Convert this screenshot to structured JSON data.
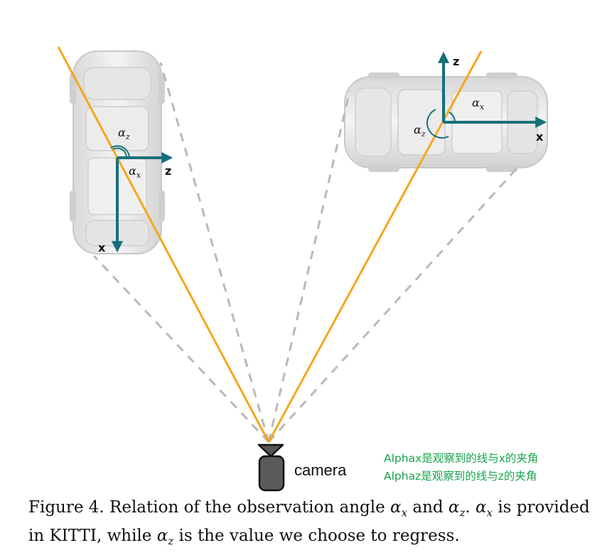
{
  "figure": {
    "left_car": {
      "axis_x_label": "x",
      "axis_z_label": "z",
      "angle_z_label": "α",
      "angle_z_sub": "z",
      "angle_x_label": "α",
      "angle_x_sub": "x"
    },
    "right_car": {
      "axis_x_label": "x",
      "axis_z_label": "z",
      "angle_z_label": "α",
      "angle_z_sub": "z",
      "angle_x_label": "α",
      "angle_x_sub": "x"
    },
    "camera_label": "camera",
    "colors": {
      "ray": "#f5a623",
      "axis": "#15707a",
      "dashed": "#b9b9b9",
      "camera": "#555555",
      "note": "#17a24a"
    }
  },
  "notes": [
    "Alphax是观察到的线与x的夹角",
    "Alphaz是观察到的线与z的夹角"
  ],
  "caption": {
    "t1": "Figure 4. Relation of the observation angle ",
    "a1": "α",
    "s1": "x",
    "t2": " and ",
    "a2": "α",
    "s2": "z",
    "t3": ". ",
    "a3": "α",
    "s3": "x",
    "t4": " is provided in KITTI, while ",
    "a4": "α",
    "s4": "z",
    "t5": " is the value we choose to regress."
  }
}
